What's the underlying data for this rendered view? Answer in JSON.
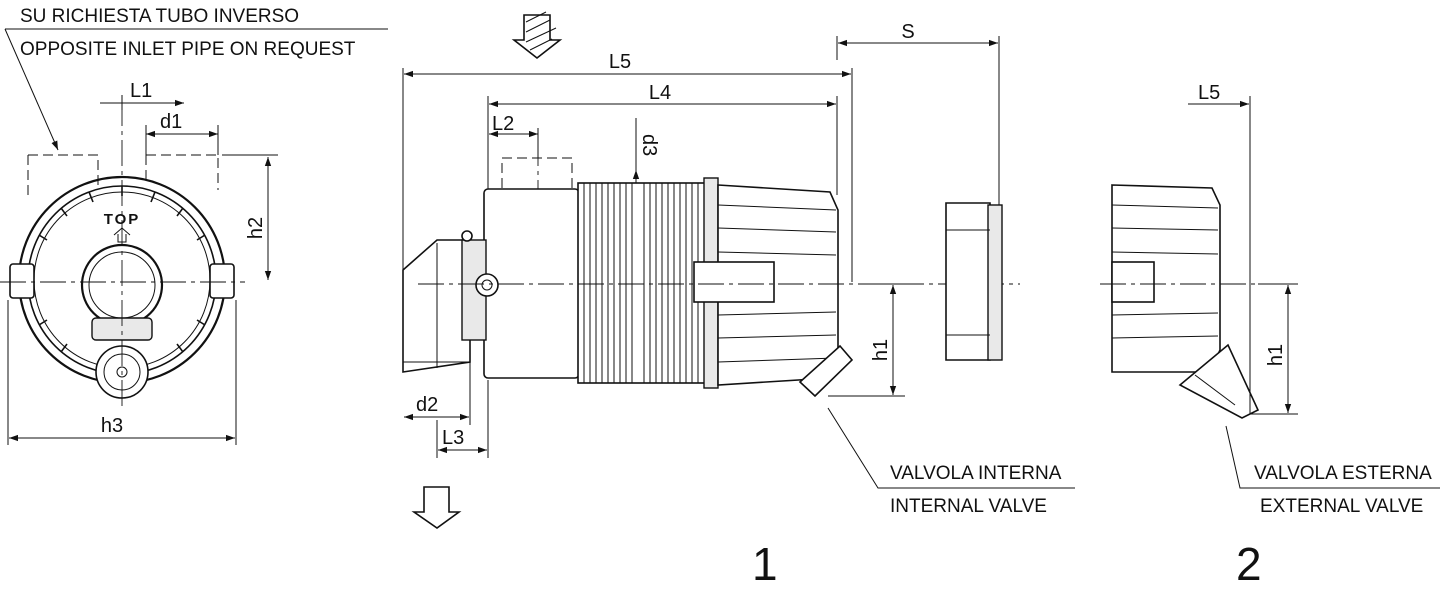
{
  "notes": {
    "inlet_it": "SU RICHIESTA TUBO INVERSO",
    "inlet_en": "OPPOSITE INLET PIPE ON REQUEST",
    "valve_internal_it": "VALVOLA INTERNA",
    "valve_internal_en": "INTERNAL VALVE",
    "valve_external_it": "VALVOLA ESTERNA",
    "valve_external_en": "EXTERNAL VALVE"
  },
  "dimensions": {
    "L1": "L1",
    "d1": "d1",
    "h2": "h2",
    "h3": "h3",
    "L5": "L5",
    "L4": "L4",
    "L2": "L2",
    "d3": "d3",
    "S": "S",
    "h1": "h1",
    "d2": "d2",
    "L3": "L3",
    "L5_view2": "L5",
    "h1_view2": "h1"
  },
  "view_numbers": {
    "view1": "1",
    "view2": "2"
  },
  "cover_marking": "TOP"
}
